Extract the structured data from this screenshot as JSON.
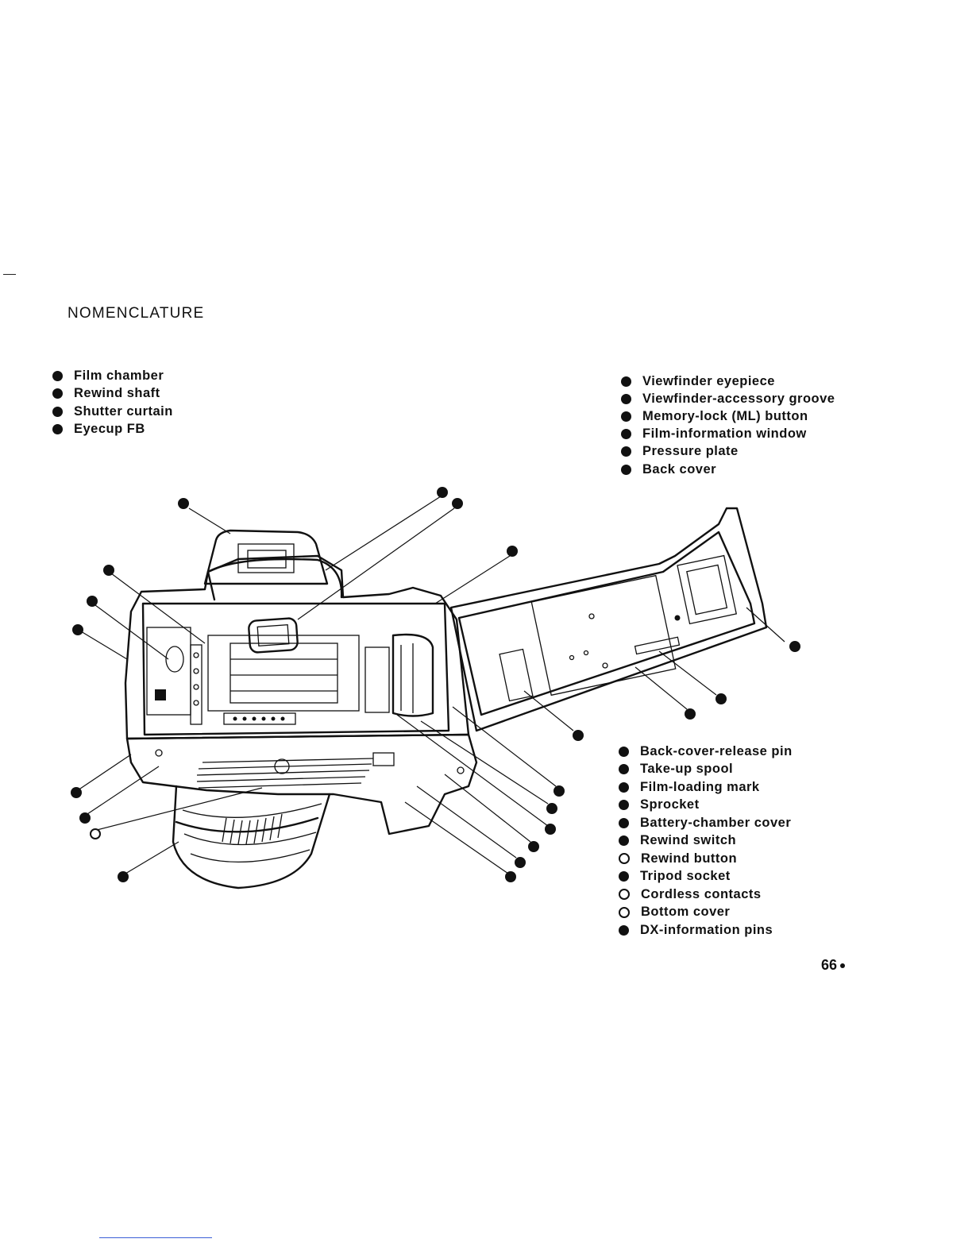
{
  "page": {
    "heading": "NOMENCLATURE",
    "page_number": "66"
  },
  "legend_left": [
    {
      "text": "Film chamber",
      "style": "solid"
    },
    {
      "text": "Rewind shaft",
      "style": "solid"
    },
    {
      "text": "Shutter curtain",
      "style": "solid"
    },
    {
      "text": "Eyecup FB",
      "style": "solid"
    }
  ],
  "legend_right_top": [
    {
      "text": "Viewfinder eyepiece",
      "style": "solid"
    },
    {
      "text": "Viewfinder-accessory groove",
      "style": "solid"
    },
    {
      "text": "Memory-lock (ML) button",
      "style": "solid"
    },
    {
      "text": "Film-information window",
      "style": "solid"
    },
    {
      "text": "Pressure plate",
      "style": "solid"
    },
    {
      "text": "Back cover",
      "style": "solid"
    }
  ],
  "legend_right_bottom": [
    {
      "text": "Back-cover-release pin",
      "style": "solid"
    },
    {
      "text": "Take-up spool",
      "style": "solid"
    },
    {
      "text": "Film-loading mark",
      "style": "solid"
    },
    {
      "text": "Sprocket",
      "style": "solid"
    },
    {
      "text": "Battery-chamber cover",
      "style": "solid"
    },
    {
      "text": "Rewind switch",
      "style": "solid"
    },
    {
      "text": "Rewind button",
      "style": "outline"
    },
    {
      "text": "Tripod socket",
      "style": "solid"
    },
    {
      "text": "Cordless contacts",
      "style": "outline"
    },
    {
      "text": "Bottom cover",
      "style": "outline"
    },
    {
      "text": "DX-information pins",
      "style": "solid"
    }
  ],
  "figure": {
    "subject": "camera-back-open-illustration"
  }
}
